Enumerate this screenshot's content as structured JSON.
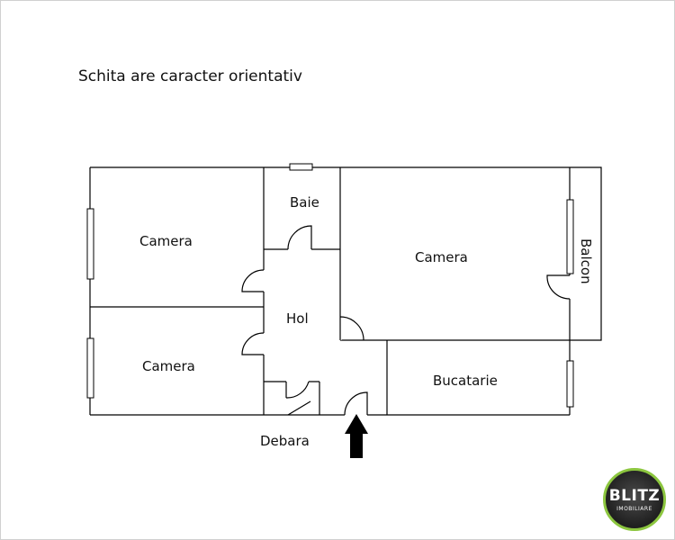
{
  "caption": "Schita are caracter orientativ",
  "rooms": {
    "camera_top_left": "Camera",
    "camera_bottom_left": "Camera",
    "baie": "Baie",
    "hol": "Hol",
    "camera_right": "Camera",
    "balcon": "Balcon",
    "bucatarie": "Bucatarie",
    "debara": "Debara"
  },
  "logo": {
    "line1": "BLITZ",
    "line2": "IMOBILIARE",
    "accent": "#8cc63f"
  }
}
